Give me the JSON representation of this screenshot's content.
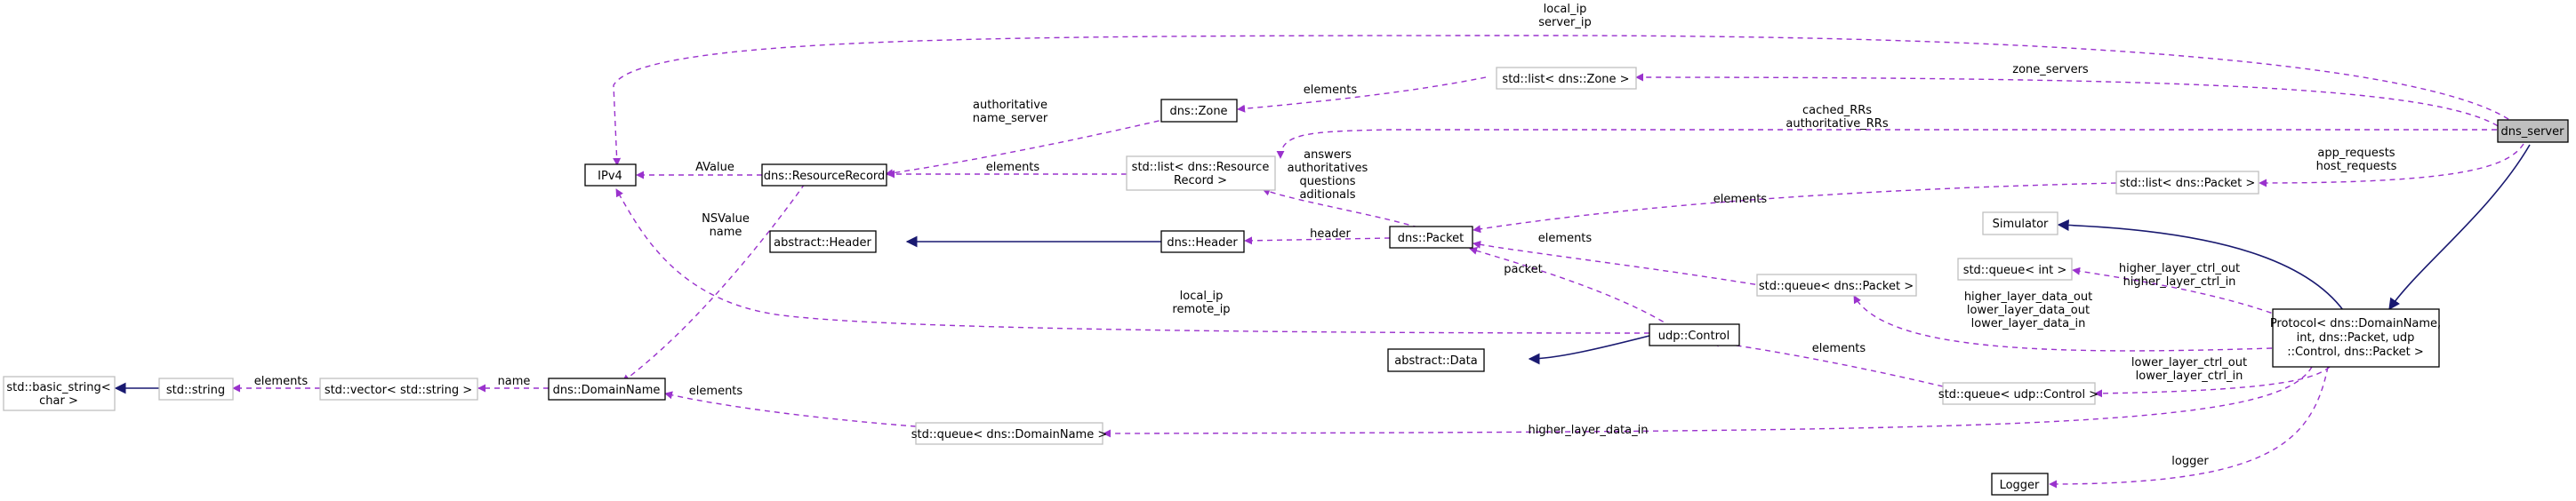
{
  "colors": {
    "usage_edge": "#9a32cd",
    "inheritance_edge": "#191970",
    "focus_fill": "#bfbfbf",
    "undocumented_border": "#bfbfbf"
  },
  "nodes": {
    "dns_server": "dns_server",
    "ipv4": "IPv4",
    "dns_zone": "dns::Zone",
    "std_list_zone": "std::list< dns::Zone >",
    "dns_resource_record": "dns::ResourceRecord",
    "std_list_resource_record": [
      "std::list< dns::Resource",
      "Record >"
    ],
    "std_list_packet": "std::list< dns::Packet >",
    "abstract_header": "abstract::Header",
    "dns_header": "dns::Header",
    "dns_packet": "dns::Packet",
    "simulator": "Simulator",
    "std_queue_int": "std::queue< int >",
    "std_queue_packet": "std::queue< dns::Packet >",
    "protocol": [
      "Protocol< dns::DomainName,",
      "int, dns::Packet, udp",
      "::Control, dns::Packet >"
    ],
    "udp_control": "udp::Control",
    "abstract_data": "abstract::Data",
    "std_queue_udp_control": "std::queue< udp::Control >",
    "std_basic_string": [
      "std::basic_string<",
      "char >"
    ],
    "std_string": "std::string",
    "std_vector_string": "std::vector< std::string >",
    "dns_domain_name": "dns::DomainName",
    "std_queue_domain_name": "std::queue< dns::DomainName >",
    "logger": "Logger"
  },
  "edge_labels": {
    "local_server_ip": [
      "local_ip",
      "server_ip"
    ],
    "zone_servers": "zone_servers",
    "cached_authoritative": [
      "cached_RRs",
      "authoritative_RRs"
    ],
    "app_host_requests": [
      "app_requests",
      "host_requests"
    ],
    "zone_elements": "elements",
    "authoritative_name_server": [
      "authoritative",
      "name_server"
    ],
    "avalue": "AValue",
    "rr_list_elements": "elements",
    "nsvalue_name": [
      "NSValue",
      "name"
    ],
    "packet_sections": [
      "answers",
      "authoritatives",
      "questions",
      "aditionals"
    ],
    "packet_list_elements": "elements",
    "header": "header",
    "packet_queue_elements": "elements",
    "packet": "packet",
    "local_remote_ip": [
      "local_ip",
      "remote_ip"
    ],
    "ctrl_out_in": [
      "higher_layer_ctrl_out",
      "higher_layer_ctrl_in"
    ],
    "data_out_in": [
      "higher_layer_data_out",
      "lower_layer_data_out",
      "lower_layer_data_in"
    ],
    "udp_queue_elements": "elements",
    "lower_ctrl_out_in": [
      "lower_layer_ctrl_out",
      "lower_layer_ctrl_in"
    ],
    "vector_elements": "elements",
    "name": "name",
    "domain_queue_elements": "elements",
    "higher_layer_data_in": "higher_layer_data_in",
    "logger": "logger"
  }
}
